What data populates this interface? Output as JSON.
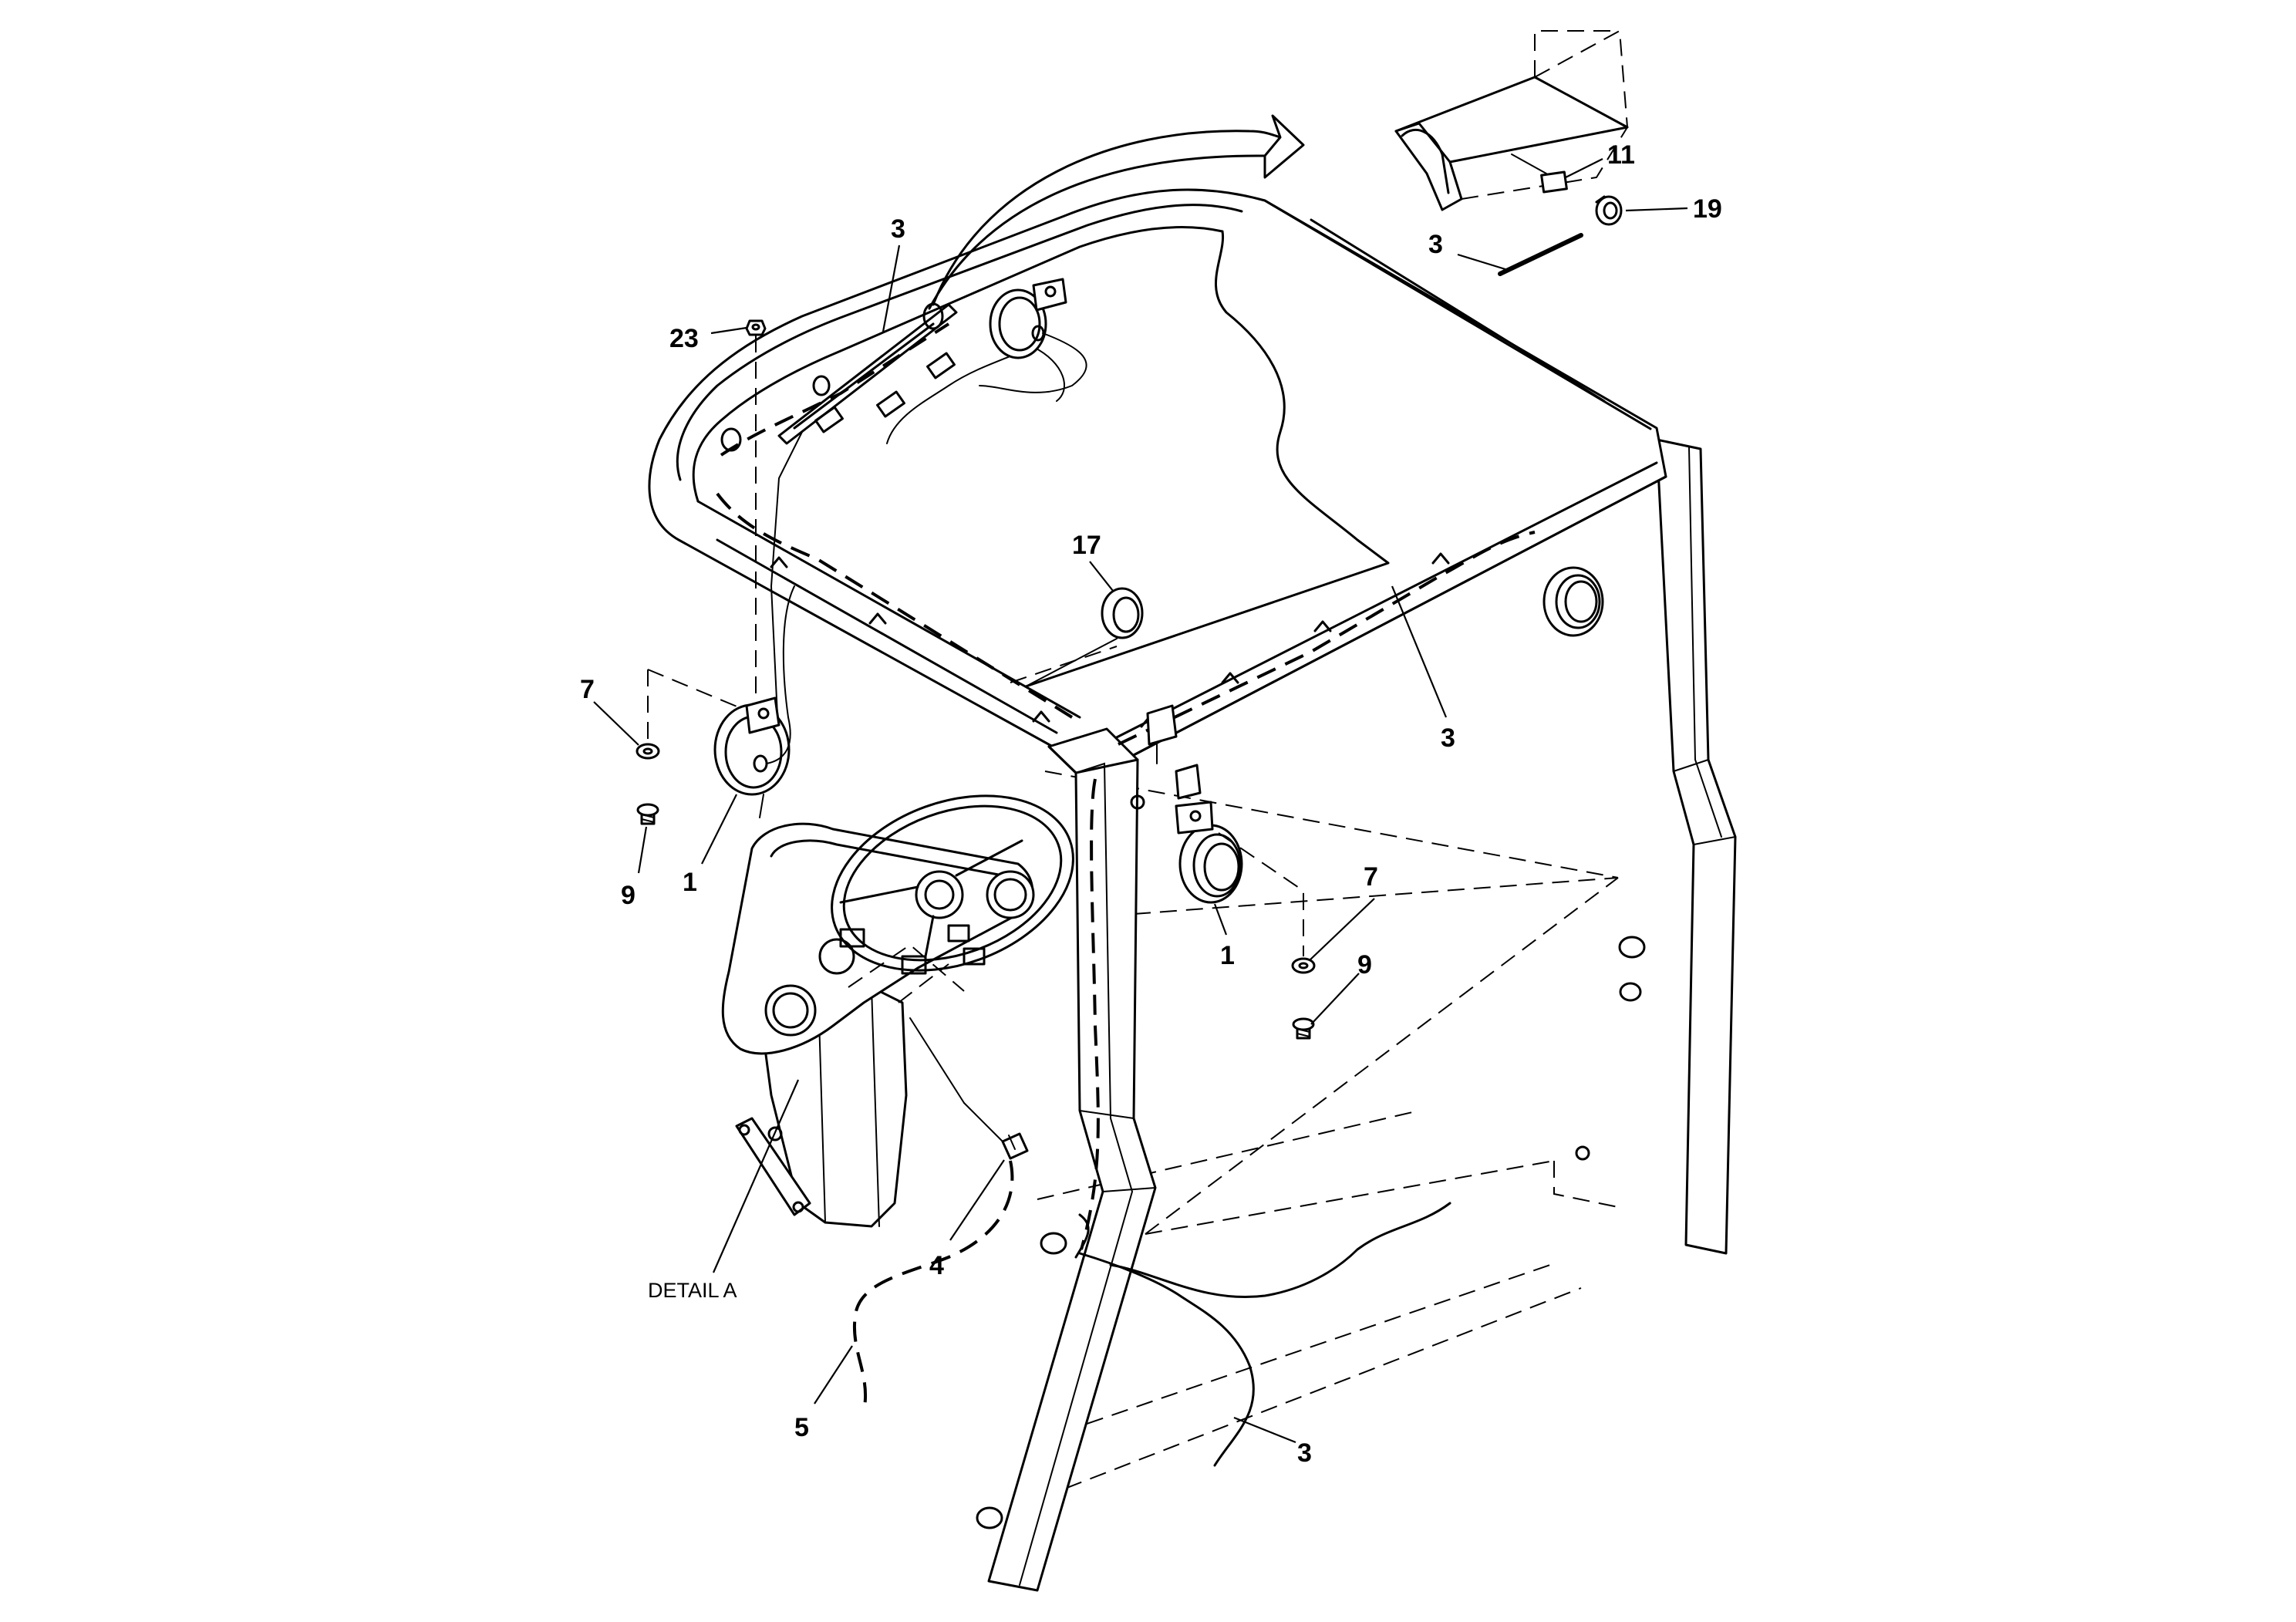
{
  "callouts": {
    "c_11": "11",
    "c_19": "19",
    "c_3_shrink": "3",
    "c_3_top": "3",
    "c_23": "23",
    "c_17": "17",
    "c_3_right": "3",
    "c_7_left": "7",
    "c_9_left": "9",
    "c_1_left": "1",
    "c_1_right": "1",
    "c_7_right": "7",
    "c_9_right": "9",
    "c_4": "4",
    "c_5": "5",
    "c_3_bottom": "3"
  },
  "detail_label": "DETAIL A"
}
